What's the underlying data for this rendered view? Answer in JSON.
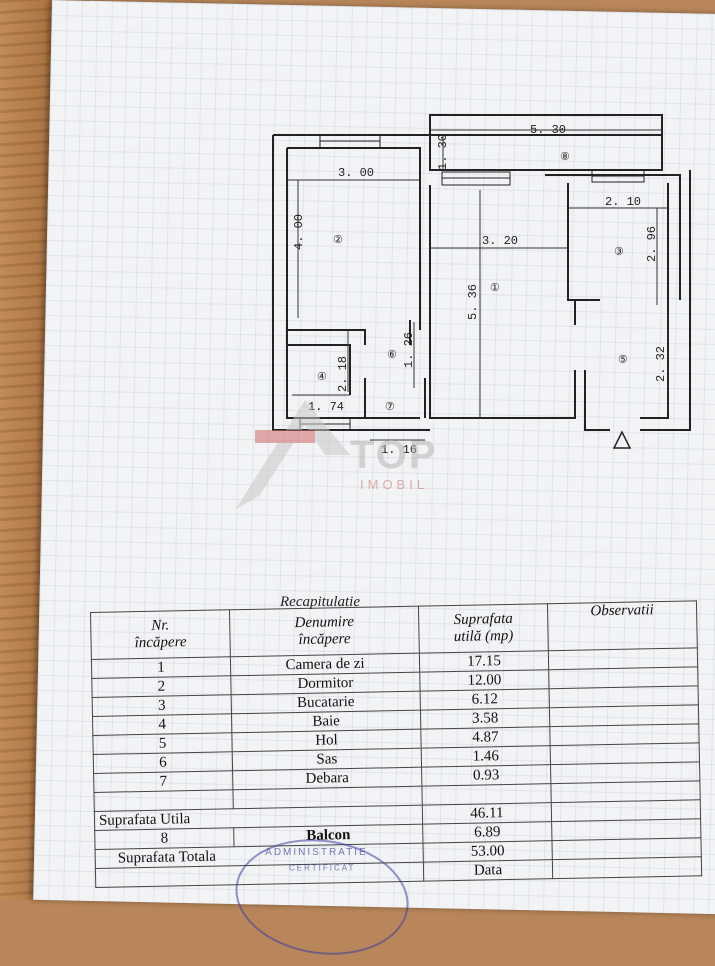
{
  "floor_plan": {
    "dimensions": [
      "5. 30",
      "1. 30",
      "3. 00",
      "4. 00",
      "3. 20",
      "2. 10",
      "2. 96",
      "5. 36",
      "1. 26",
      "2. 18",
      "1. 74",
      "2. 32",
      "1. 16"
    ],
    "room_numbers": [
      "①",
      "②",
      "③",
      "④",
      "⑤",
      "⑥",
      "⑦",
      "⑧"
    ]
  },
  "watermark": {
    "brand": "TOP",
    "sub": "IMOBIL"
  },
  "recap": {
    "title": "Recapitulatie",
    "headers": {
      "nr": [
        "Nr.",
        "încăpere"
      ],
      "denumire": [
        "Denumire",
        "încăpere"
      ],
      "suprafata": [
        "Suprafata",
        "utilă (mp)"
      ],
      "observatii": "Observatii"
    },
    "rows": [
      {
        "nr": "1",
        "name": "Camera de zi",
        "area": "17.15"
      },
      {
        "nr": "2",
        "name": "Dormitor",
        "area": "12.00"
      },
      {
        "nr": "3",
        "name": "Bucatarie",
        "area": "6.12"
      },
      {
        "nr": "4",
        "name": "Baie",
        "area": "3.58"
      },
      {
        "nr": "5",
        "name": "Hol",
        "area": "4.87"
      },
      {
        "nr": "6",
        "name": "Sas",
        "area": "1.46"
      },
      {
        "nr": "7",
        "name": "Debara",
        "area": "0.93"
      }
    ],
    "suprafata_utila_label": "Suprafata Utila",
    "suprafata_utila_value": "46.11",
    "balcon_nr": "8",
    "balcon_label": "Balcon",
    "balcon_value": "6.89",
    "suprafata_totala_label": "Suprafata Totala",
    "suprafata_totala_value": "53.00",
    "cut_off_text": "Data"
  },
  "stamp": {
    "line1": "ADMINISTRATIE",
    "line2": "CERTIFICAT"
  }
}
